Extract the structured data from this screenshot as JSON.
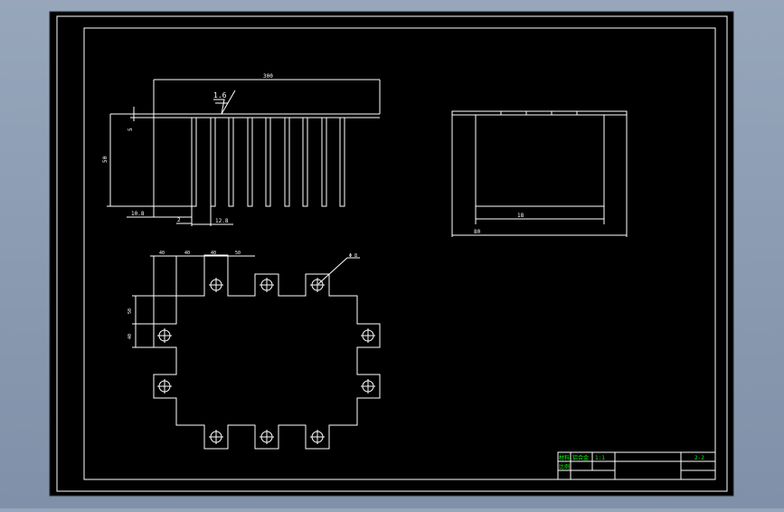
{
  "colors": {
    "background": "#8a9ab0",
    "sheet": "#000000",
    "line": "#ffffff",
    "title_text": "#00ff00"
  },
  "front_view": {
    "top_dim": "300",
    "roughness": "1.6",
    "left_dim": "50",
    "top_small_dim": "5",
    "bottom_dim_1": "10.8",
    "bottom_dim_2": "2",
    "bottom_dim_3": "12.8"
  },
  "side_view": {
    "inner_dim": "18",
    "outer_dim": "80"
  },
  "plan_view": {
    "hole_label": "Φ 8",
    "top_dims": [
      "40",
      "40",
      "40",
      "50"
    ],
    "left_dims": [
      "50",
      "40"
    ]
  },
  "title_block": {
    "material_label": "材料",
    "material_value": "铝合金",
    "scale_label": "比例",
    "scale_value": "1:1",
    "part_code": "2-2"
  }
}
